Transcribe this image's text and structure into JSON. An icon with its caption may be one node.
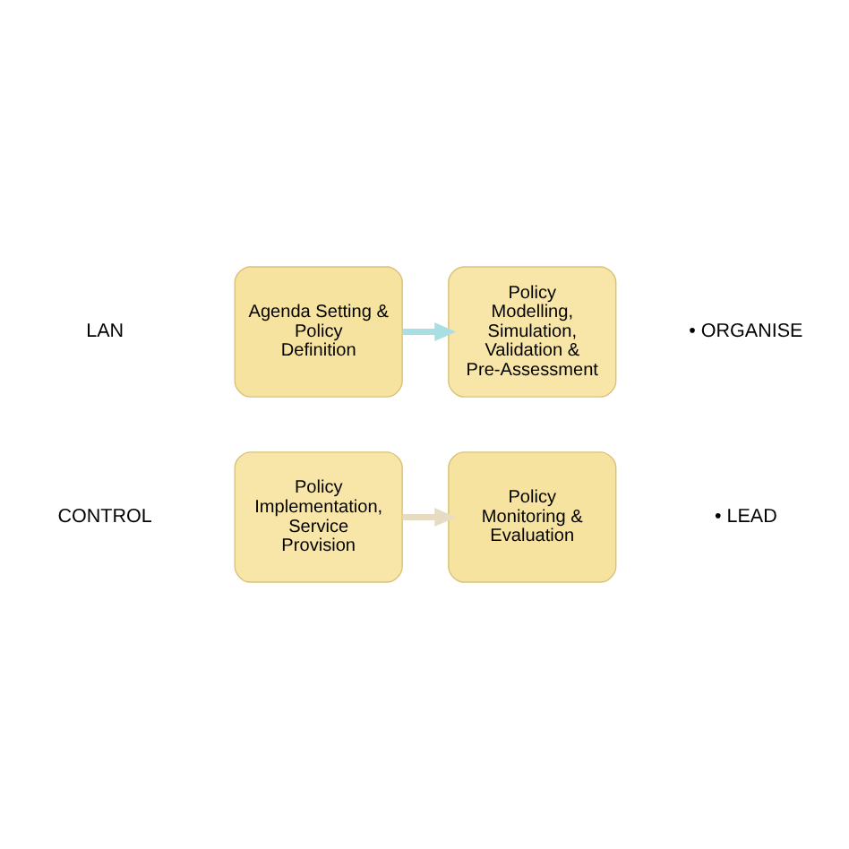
{
  "diagram": {
    "nodes": [
      {
        "text": [
          "Agenda Setting & Policy Definition"
        ]
      },
      {
        "text": [
          "Policy Modelling, Simulation, Validation & Pre-Assessment"
        ]
      },
      {
        "text": [
          "Policy Monitoring & Evaluation"
        ]
      },
      {
        "text": [
          "Policy Implementation, Service Provision"
        ]
      }
    ],
    "edges": [
      {
        "from": 0,
        "to": 1,
        "arrow": "to",
        "color": "#a9dfe2"
      },
      {
        "from": 3,
        "to": 2,
        "arrow": "to",
        "color": "#e6dcc2"
      }
    ],
    "labels": [
      "LAN",
      "• ORGANISE",
      "CONTROL",
      "• LEAD"
    ]
  }
}
